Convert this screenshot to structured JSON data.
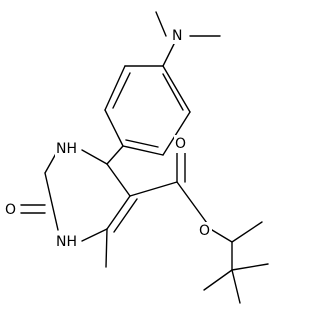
{
  "labels": {
    "N_dimethylamino": "N",
    "NH_upper": "NH",
    "NH_lower": "NH",
    "O_carbonyl_ring": "O",
    "O_carbonyl_ester": "O",
    "O_ester": "O"
  }
}
